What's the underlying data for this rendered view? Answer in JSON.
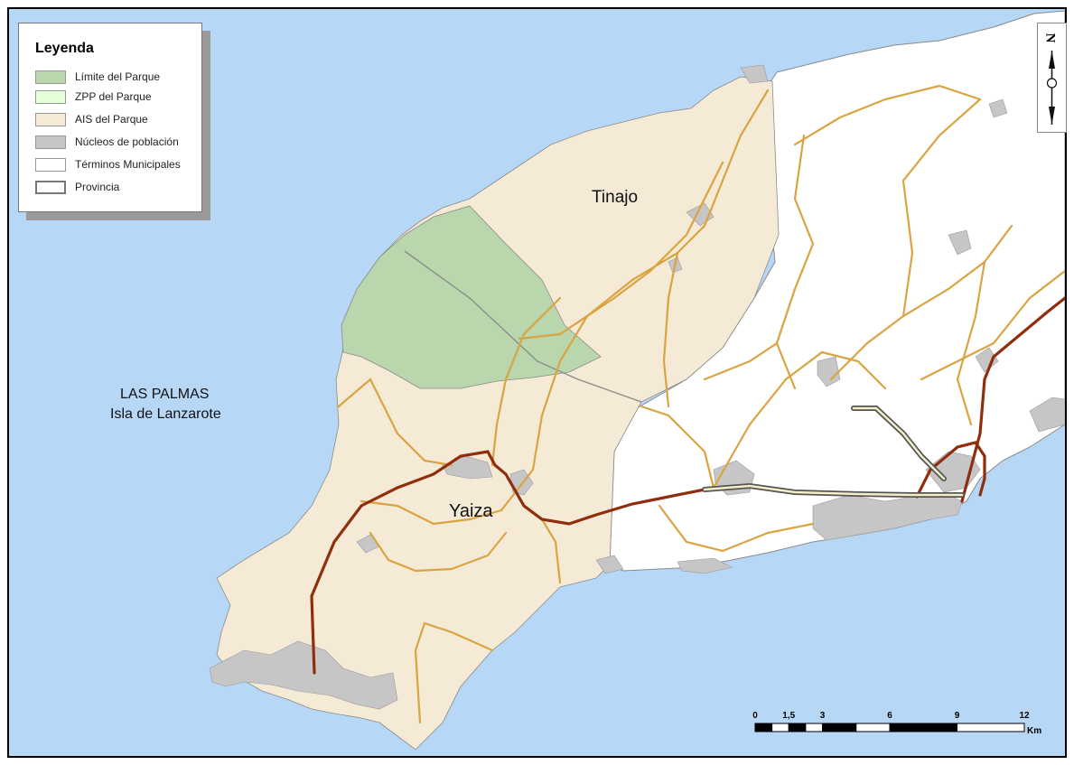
{
  "legend": {
    "title": "Leyenda",
    "items": [
      {
        "label": "Límite del Parque",
        "color": "#b9d6ad"
      },
      {
        "label": "ZPP del Parque",
        "color": "#e5ffd9"
      },
      {
        "label": "AIS del Parque",
        "color": "#f5ead5"
      },
      {
        "label": "Núcleos de población",
        "color": "#c6c6c6"
      },
      {
        "label": "Términos Municipales",
        "color": "#ffffff"
      },
      {
        "label": "Provincia",
        "color": "#ffffff"
      }
    ]
  },
  "labels": {
    "province": "LAS PALMAS",
    "island": "Isla de Lanzarote",
    "tinajo": "Tinajo",
    "yaiza": "Yaiza"
  },
  "north_arrow": {
    "letter": "N"
  },
  "scale_bar": {
    "ticks": [
      "0",
      "1,5",
      "3",
      "6",
      "9",
      "12"
    ],
    "unit": "Km"
  },
  "colors": {
    "sea": "#b7d7f7",
    "land": "#ffffff",
    "park_limit": "#b9d6ad",
    "ais": "#f5ead5",
    "urban": "#c6c6c6",
    "road_main": "#8f2d0c",
    "road_secondary": "#d9a441"
  }
}
